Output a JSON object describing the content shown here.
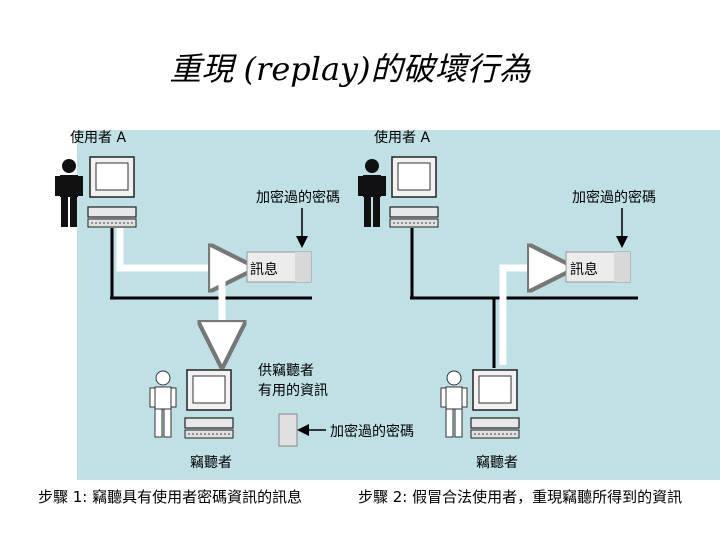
{
  "title": "重現 (replay)的破壞行為",
  "step1": {
    "user_label": "使用者 A",
    "encrypted_password_label": "加密過的密碼",
    "message_label": "訊息",
    "provide_info_label_line1": "供竊聽者",
    "provide_info_label_line2": "有用的資訊",
    "encrypted_password_label2": "加密過的密碼",
    "eavesdropper_label": "竊聽者",
    "caption": "步驟 1: 竊聽具有使用者密碼資訊的訊息"
  },
  "step2": {
    "user_label": "使用者 A",
    "encrypted_password_label": "加密過的密碼",
    "message_label": "訊息",
    "eavesdropper_label": "竊聽者",
    "caption": "步驟 2: 假冒合法使用者，重現竊聽所得到的資訊"
  },
  "colors": {
    "panel": "#bfe0e4",
    "wire": "#000000",
    "flow": "#ffffff",
    "box": "#e8e8e8"
  }
}
